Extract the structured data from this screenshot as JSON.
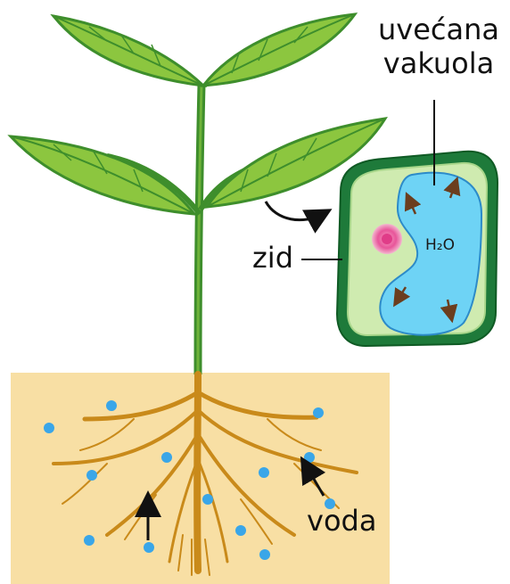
{
  "labels": {
    "vacuole_line1": "uvećana",
    "vacuole_line2": "vakuola",
    "wall": "zid",
    "water": "voda",
    "h2o": "H₂O"
  },
  "colors": {
    "soil": "#F8DFA4",
    "leaf": "#8CC63F",
    "leaf_dark": "#3E8E2C",
    "stem": "#3E8E2C",
    "root": "#C98A1A",
    "water_dot": "#3AA6E8",
    "cell_wall": "#1E7A3A",
    "cytoplasm": "#CFEBB0",
    "vacuole": "#6ED3F5",
    "nucleus": "#E8559A",
    "arrow": "#6B3E1E"
  }
}
